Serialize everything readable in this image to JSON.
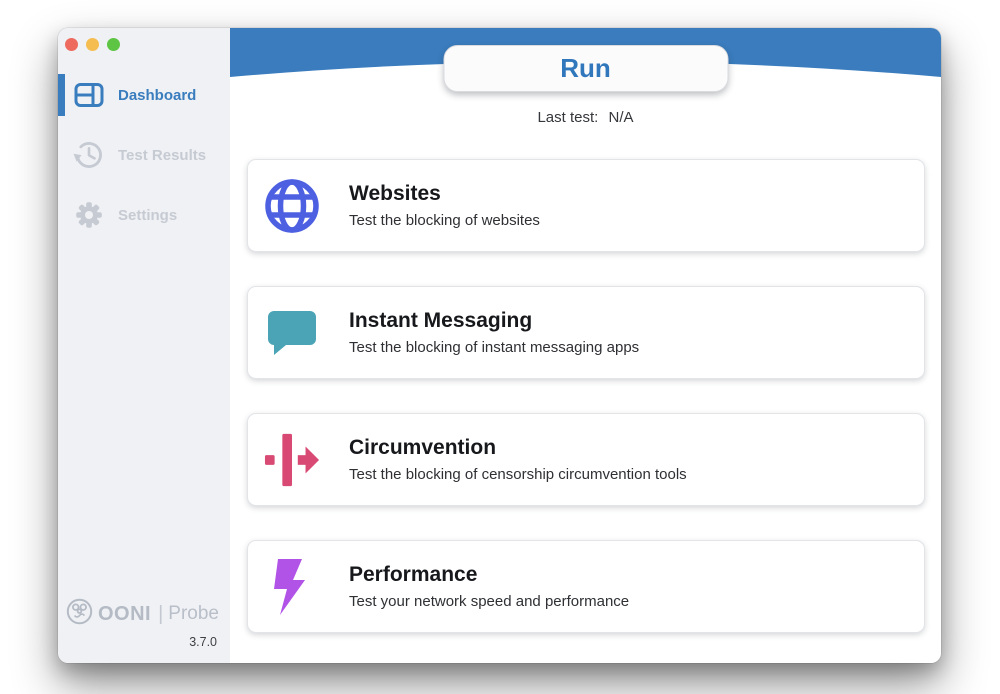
{
  "window": {
    "traffic_lights": [
      "close",
      "minimize",
      "zoom"
    ]
  },
  "sidebar": {
    "items": [
      {
        "label": "Dashboard",
        "icon": "dashboard-icon",
        "active": true
      },
      {
        "label": "Test Results",
        "icon": "history-icon",
        "active": false
      },
      {
        "label": "Settings",
        "icon": "gear-icon",
        "active": false
      }
    ],
    "logo": {
      "brand": "OONI",
      "divider": "|",
      "product": "Probe"
    },
    "version": "3.7.0"
  },
  "header": {
    "run_label": "Run",
    "last_test_label": "Last test:",
    "last_test_value": "N/A"
  },
  "cards": [
    {
      "title": "Websites",
      "description": "Test the blocking of websites",
      "icon": "globe-icon",
      "color": "#4e60e2"
    },
    {
      "title": "Instant Messaging",
      "description": "Test the blocking of instant messaging apps",
      "icon": "chat-bubble-icon",
      "color": "#4aa4b6"
    },
    {
      "title": "Circumvention",
      "description": "Test the blocking of censorship circumvention tools",
      "icon": "circumvention-icon",
      "color": "#d84a73"
    },
    {
      "title": "Performance",
      "description": "Test your network speed and performance",
      "icon": "bolt-icon",
      "color": "#b253e8"
    }
  ],
  "colors": {
    "header_blue": "#3a7cbe",
    "active_blue": "#3a7dbe",
    "inactive_gray": "#c6cbd3",
    "traffic_red": "#ee6a5f",
    "traffic_yellow": "#f5bd4f",
    "traffic_green": "#5ec444"
  }
}
